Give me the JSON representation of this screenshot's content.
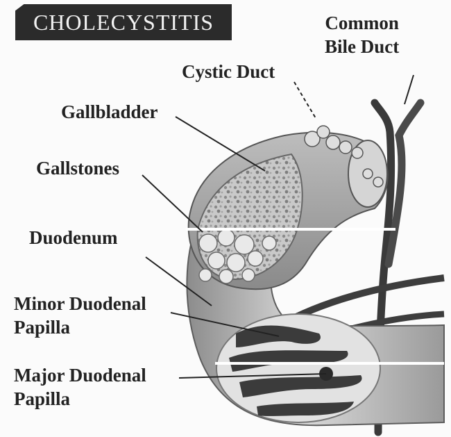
{
  "title": "CHOLECYSTITIS",
  "labels": {
    "common_bile_duct": [
      "Common",
      "Bile Duct"
    ],
    "cystic_duct": "Cystic Duct",
    "gallbladder": "Gallbladder",
    "gallstones": "Gallstones",
    "duodenum": "Duodenum",
    "minor_papilla": [
      "Minor Duodenal",
      "Papilla"
    ],
    "major_papilla": [
      "Major Duodenal",
      "Papilla"
    ]
  },
  "colors": {
    "title_bg": "#2b2b2b",
    "organ_fill": "#b8b8b8",
    "organ_dark": "#6a6a6a",
    "duct": "#3a3a3a"
  }
}
